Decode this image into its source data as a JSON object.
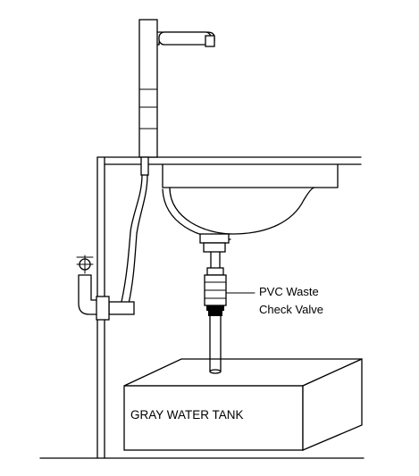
{
  "labels": {
    "valve_line1": "PVC Waste",
    "valve_line2": "Check Valve",
    "tank": "GRAY WATER TANK"
  }
}
